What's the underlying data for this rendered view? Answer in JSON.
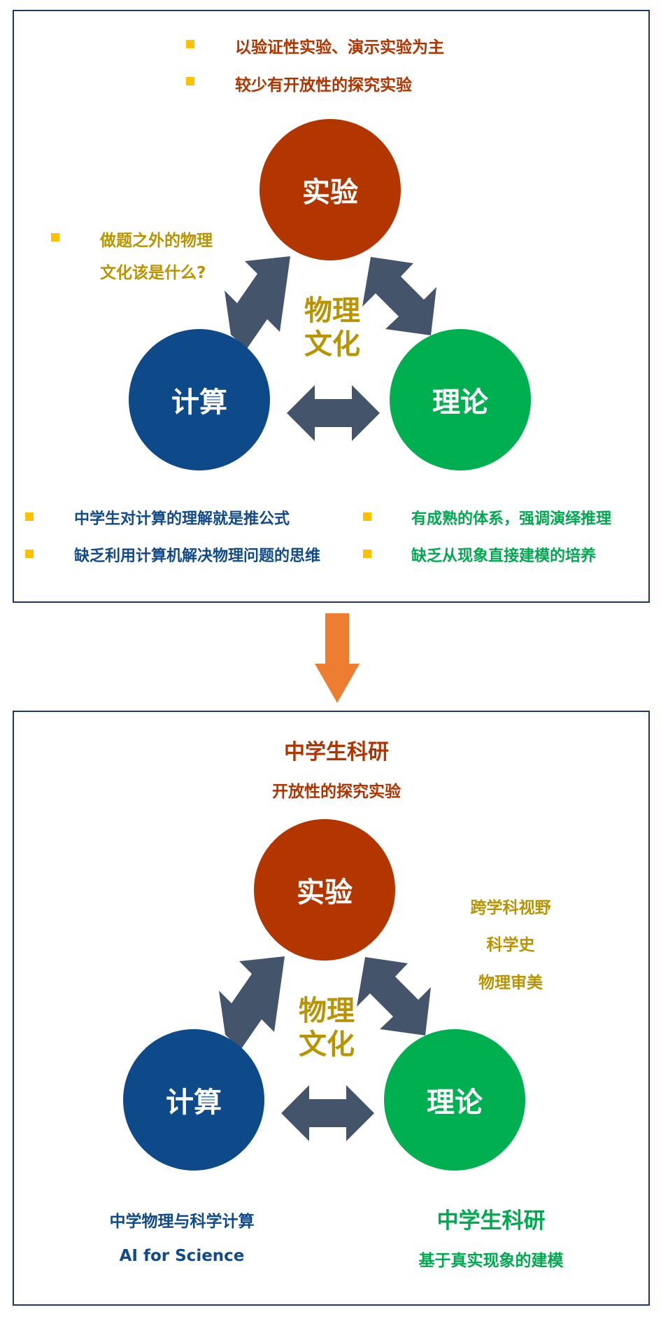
{
  "top": {
    "bullets_top": [
      "以验证性实验、演示实验为主",
      "较少有开放性的探究实验"
    ],
    "left_note": [
      "做题之外的物理",
      "文化该是什么?"
    ],
    "center": [
      "物理",
      "文化"
    ],
    "nodes": {
      "experiment": "实验",
      "computation": "计算",
      "theory": "理论"
    },
    "bullets_left": [
      "中学生对计算的理解就是推公式",
      "缺乏利用计算机解决物理问题的思维"
    ],
    "bullets_right": [
      "有成熟的体系，强调演绎推理",
      "缺乏从现象直接建模的培养"
    ]
  },
  "bottom": {
    "title": "中学生科研",
    "subtitle": "开放性的探究实验",
    "right_note": [
      "跨学科视野",
      "科学史",
      "物理审美"
    ],
    "center": [
      "物理",
      "文化"
    ],
    "nodes": {
      "experiment": "实验",
      "computation": "计算",
      "theory": "理论"
    },
    "left_caption": [
      "中学物理与科学计算",
      "AI for Science"
    ],
    "right_caption": [
      "中学生科研",
      "基于真实现象的建模"
    ]
  },
  "colors": {
    "experiment": "#b33600",
    "computation": "#0e4a8a",
    "theory": "#00b050",
    "arrow": "#44546a",
    "down_arrow": "#ed7d31",
    "bullet": "#ffc000"
  }
}
